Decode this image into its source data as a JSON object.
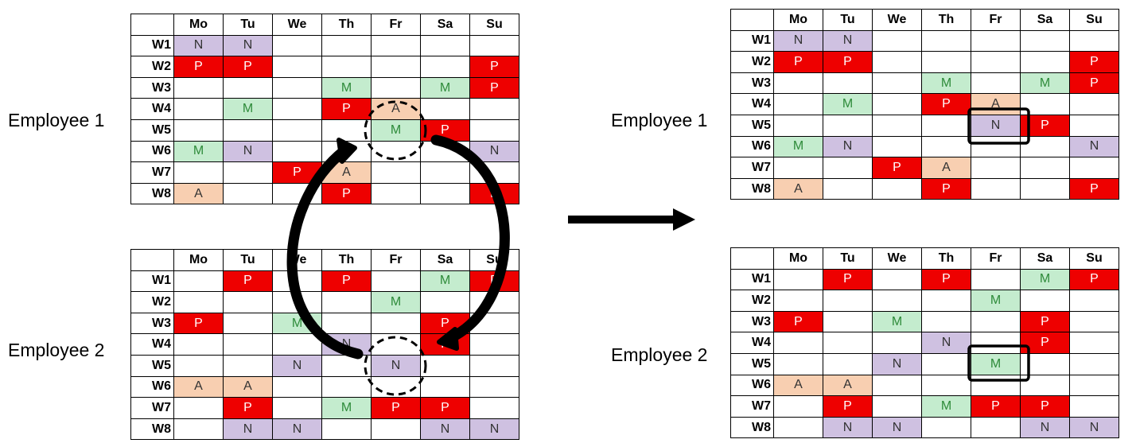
{
  "days": [
    "Mo",
    "Tu",
    "We",
    "Th",
    "Fr",
    "Sa",
    "Su"
  ],
  "weeks": [
    "W1",
    "W2",
    "W3",
    "W4",
    "W5",
    "W6",
    "W7",
    "W8"
  ],
  "colors": {
    "N": {
      "bg": "#cfc1e1",
      "fg": "#333333"
    },
    "P": {
      "bg": "#ee0000",
      "fg": "#ffffff"
    },
    "M": {
      "bg": "#c4ecce",
      "fg": "#2e8b3a"
    },
    "A": {
      "bg": "#f8cfb1",
      "fg": "#333333"
    }
  },
  "labels": {
    "before_emp1": "Employee 1",
    "before_emp2": "Employee 2",
    "after_emp1": "Employee 1",
    "after_emp2": "Employee 2"
  },
  "schedules": {
    "before_emp1": [
      [
        "N",
        "N",
        "",
        "",
        "",
        "",
        ""
      ],
      [
        "P",
        "P",
        "",
        "",
        "",
        "",
        "P"
      ],
      [
        "",
        "",
        "",
        "M",
        "",
        "M",
        "P"
      ],
      [
        "",
        "M",
        "",
        "P",
        "A",
        "",
        ""
      ],
      [
        "",
        "",
        "",
        "",
        "M",
        "P",
        ""
      ],
      [
        "M",
        "N",
        "",
        "",
        "",
        "",
        "N"
      ],
      [
        "",
        "",
        "P",
        "A",
        "",
        "",
        ""
      ],
      [
        "A",
        "",
        "",
        "P",
        "",
        "",
        "P"
      ]
    ],
    "before_emp2": [
      [
        "",
        "P",
        "",
        "P",
        "",
        "M",
        "P"
      ],
      [
        "",
        "",
        "",
        "",
        "M",
        "",
        ""
      ],
      [
        "P",
        "",
        "M",
        "",
        "",
        "P",
        ""
      ],
      [
        "",
        "",
        "",
        "N",
        "",
        "P",
        ""
      ],
      [
        "",
        "",
        "N",
        "",
        "N",
        "",
        ""
      ],
      [
        "A",
        "A",
        "",
        "",
        "",
        "",
        ""
      ],
      [
        "",
        "P",
        "",
        "M",
        "P",
        "P",
        ""
      ],
      [
        "",
        "N",
        "N",
        "",
        "",
        "N",
        "N"
      ]
    ],
    "after_emp1": [
      [
        "N",
        "N",
        "",
        "",
        "",
        "",
        ""
      ],
      [
        "P",
        "P",
        "",
        "",
        "",
        "",
        "P"
      ],
      [
        "",
        "",
        "",
        "M",
        "",
        "M",
        "P"
      ],
      [
        "",
        "M",
        "",
        "P",
        "A",
        "",
        ""
      ],
      [
        "",
        "",
        "",
        "",
        "N",
        "P",
        ""
      ],
      [
        "M",
        "N",
        "",
        "",
        "",
        "",
        "N"
      ],
      [
        "",
        "",
        "P",
        "A",
        "",
        "",
        ""
      ],
      [
        "A",
        "",
        "",
        "P",
        "",
        "",
        "P"
      ]
    ],
    "after_emp2": [
      [
        "",
        "P",
        "",
        "P",
        "",
        "M",
        "P"
      ],
      [
        "",
        "",
        "",
        "",
        "M",
        "",
        ""
      ],
      [
        "P",
        "",
        "M",
        "",
        "",
        "P",
        ""
      ],
      [
        "",
        "",
        "",
        "N",
        "",
        "P",
        ""
      ],
      [
        "",
        "",
        "N",
        "",
        "M",
        "",
        ""
      ],
      [
        "A",
        "A",
        "",
        "",
        "",
        "",
        ""
      ],
      [
        "",
        "P",
        "",
        "M",
        "P",
        "P",
        ""
      ],
      [
        "",
        "N",
        "N",
        "",
        "",
        "N",
        "N"
      ]
    ]
  }
}
